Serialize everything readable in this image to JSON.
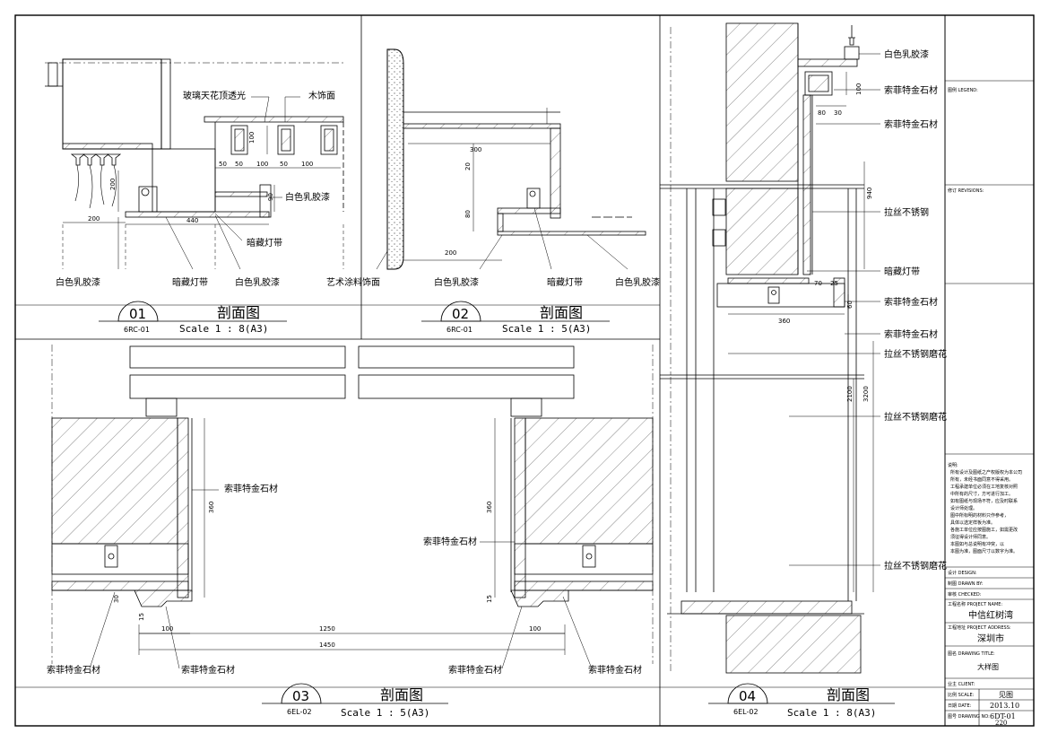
{
  "colors": {
    "line": "#000000",
    "hatch": "#555555",
    "paper": "#ffffff"
  },
  "sections": [
    {
      "id": "s1",
      "number": "01",
      "ref": "6RC-01",
      "title": "剖面图",
      "scale": "Scale 1 : 8(A3)"
    },
    {
      "id": "s2",
      "number": "02",
      "ref": "6RC-01",
      "title": "剖面图",
      "scale": "Scale 1 : 5(A3)"
    },
    {
      "id": "s3",
      "number": "03",
      "ref": "6EL-02",
      "title": "剖面图",
      "scale": "Scale 1 : 5(A3)"
    },
    {
      "id": "s4",
      "number": "04",
      "ref": "6EL-02",
      "title": "剖面图",
      "scale": "Scale 1 : 8(A3)"
    }
  ],
  "s1_labels": {
    "glass": "玻璃天花顶透光",
    "wood": "木饰面",
    "paint_r": "白色乳胶漆",
    "hidden_led": "暗藏灯带",
    "bot_paint1": "白色乳胶漆",
    "bot_led": "暗藏灯带",
    "bot_paint2": "白色乳胶漆"
  },
  "s1_dims": {
    "d100": "100",
    "d50a": "50",
    "d50b": "50",
    "d100b": "100",
    "d50c": "50",
    "d100c": "100",
    "d200v": "200",
    "d200h": "200",
    "d440": "440",
    "d90": "90"
  },
  "s2_labels": {
    "art": "艺术涂料饰面",
    "paint1": "白色乳胶漆",
    "led": "暗藏灯带",
    "paint2": "白色乳胶漆"
  },
  "s2_dims": {
    "d300": "300",
    "d20": "20",
    "d80": "80",
    "d200": "200"
  },
  "s3_labels": {
    "stone_top": "索菲特金石材",
    "stone_mid": "索菲特金石材",
    "stone_bl": "索菲特金石材",
    "stone_bc": "索菲特金石材",
    "stone_bm": "索菲特金石材",
    "stone_br": "索菲特金石材"
  },
  "s3_dims": {
    "d360a": "360",
    "d360b": "360",
    "d1250": "1250",
    "d1450": "1450",
    "d100a": "100",
    "d100b": "100",
    "d30": "30",
    "d15a": "15",
    "d15b": "15"
  },
  "s4_labels": {
    "paint": "白色乳胶漆",
    "stone1": "索菲特金石材",
    "stone2": "索菲特金石材",
    "steel1": "拉丝不锈钢",
    "led": "暗藏灯带",
    "stone3": "索菲特金石材",
    "stone4": "索菲特金石材",
    "steel2": "拉丝不锈钢磨花",
    "steel3": "拉丝不锈钢磨花",
    "steel4": "拉丝不锈钢磨花"
  },
  "s4_dims": {
    "d100": "100",
    "d80": "80",
    "d30": "30",
    "d940": "940",
    "d70": "70",
    "d25": "25",
    "d60": "60",
    "d360": "360",
    "d2100": "2100",
    "d3200": "3200"
  },
  "titleblock": {
    "legend": "图例 LEGEND:",
    "revisions": "修订 REVISIONS:",
    "notes_head": "说明:",
    "notes": [
      "所有设计及图纸之产权版权为本公司",
      "所有，未经书面同意不得采用。",
      "工程承建单位必须在工地复核对照",
      "中所有的尺寸，方可进行加工。",
      "如有图纸与现场不符，应及时联系",
      "设计师处理。",
      "图中所标明的材料只作参考，",
      "具体以选定样板为准。",
      "各施工单位应按图施工，如需更改",
      "须征得设计师同意。",
      "本图如与总说明有冲突，以",
      "本图为准，图面尺寸以数字为准。"
    ],
    "design": "设计 DESIGN:",
    "drawn": "制图 DRAWN BY:",
    "checked": "审核 CHECKED:",
    "project_label": "工程名称 PROJECT NAME:",
    "project": "中信红树湾",
    "address_label": "工程地址 PROJECT ADDRESS:",
    "address": "深圳市",
    "drawing_label": "图名 DRAWING TITLE:",
    "drawing": "大样图",
    "client_label": "业主 CLIENT:",
    "scale_label": "比例 SCALE:",
    "scale": "见图",
    "date_label": "日期 DATE:",
    "date": "2013.10",
    "no_label": "图号 DRAWING NO:",
    "no": "6DT-01",
    "page": "220"
  }
}
